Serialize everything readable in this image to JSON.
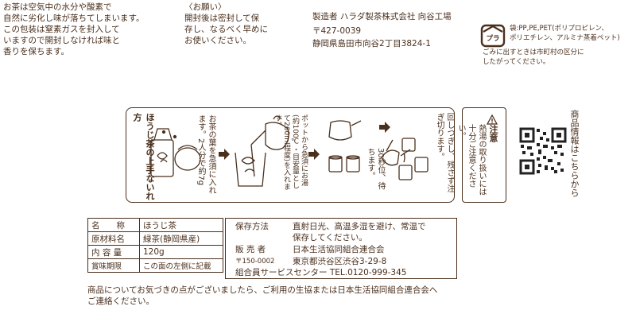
{
  "top": {
    "intro": "お茶は空気中の水分や酸素で\n自然に劣化し味が落ちてしまいます。\nこの包装は窒素ガスを封入して\nいますので開封しなければ味と\n香りを保ちます。",
    "request_title": "〈お願い〉",
    "request_text": "開封後は密封して保\n存し、なるべく早めに\nお使いください。",
    "manufacturer": "製造者 ハラダ製茶株式会社 向谷工場",
    "postal": "〒427-0039",
    "address": "静岡県島田市向谷2丁目3824-1",
    "recycle_mark": "プラ",
    "bag_materials": "袋:PP,PE,PET(ポリプロピレン、\nポリエチレン、アルミナ蒸着ペット)",
    "disposal_note": "ごみに出すときは市町村の区分に\nしたがってください。"
  },
  "howto": {
    "title": "ほうじ茶の上手ないれ方",
    "step1": "お茶の葉を急須に入れます。2人分で約7g",
    "step2": "ポットから急須にお湯(約100℃・目安量として260ml程度)を入れます。",
    "step3": "30秒位、待ちます。",
    "step4": "回しつぎし、残さず注ぎ切ります。"
  },
  "caution": {
    "title": "注意",
    "text": "熱湯の取り扱いには十分ご注意ください。"
  },
  "qr": {
    "label": "商品情報はこちらから"
  },
  "product_table": {
    "rows": [
      {
        "label": "名　　称",
        "value": "ほうじ茶"
      },
      {
        "label": "原材料名",
        "value": "緑茶(静岡県産)"
      },
      {
        "label": "内 容 量",
        "value": "120g"
      },
      {
        "label": "賞味期限",
        "value": "この面の左側に記載"
      }
    ]
  },
  "storage": {
    "label": "保存方法",
    "value": "直射日光、高温多湿を避け、常温で\n保存してください。",
    "seller_label": "販 売 者",
    "seller_name": "日本生活協同組合連合会",
    "seller_postal": "〒150-0002",
    "seller_address": "東京都渋谷区渋谷3-29-8",
    "service_center": "組合員サービスセンター TEL.0120-999-345"
  },
  "footer": {
    "notice": "商品についてお気づきの点がございましたら、ご利用の生協または日本生活協同組合連合会へ\nご連絡ください。"
  }
}
